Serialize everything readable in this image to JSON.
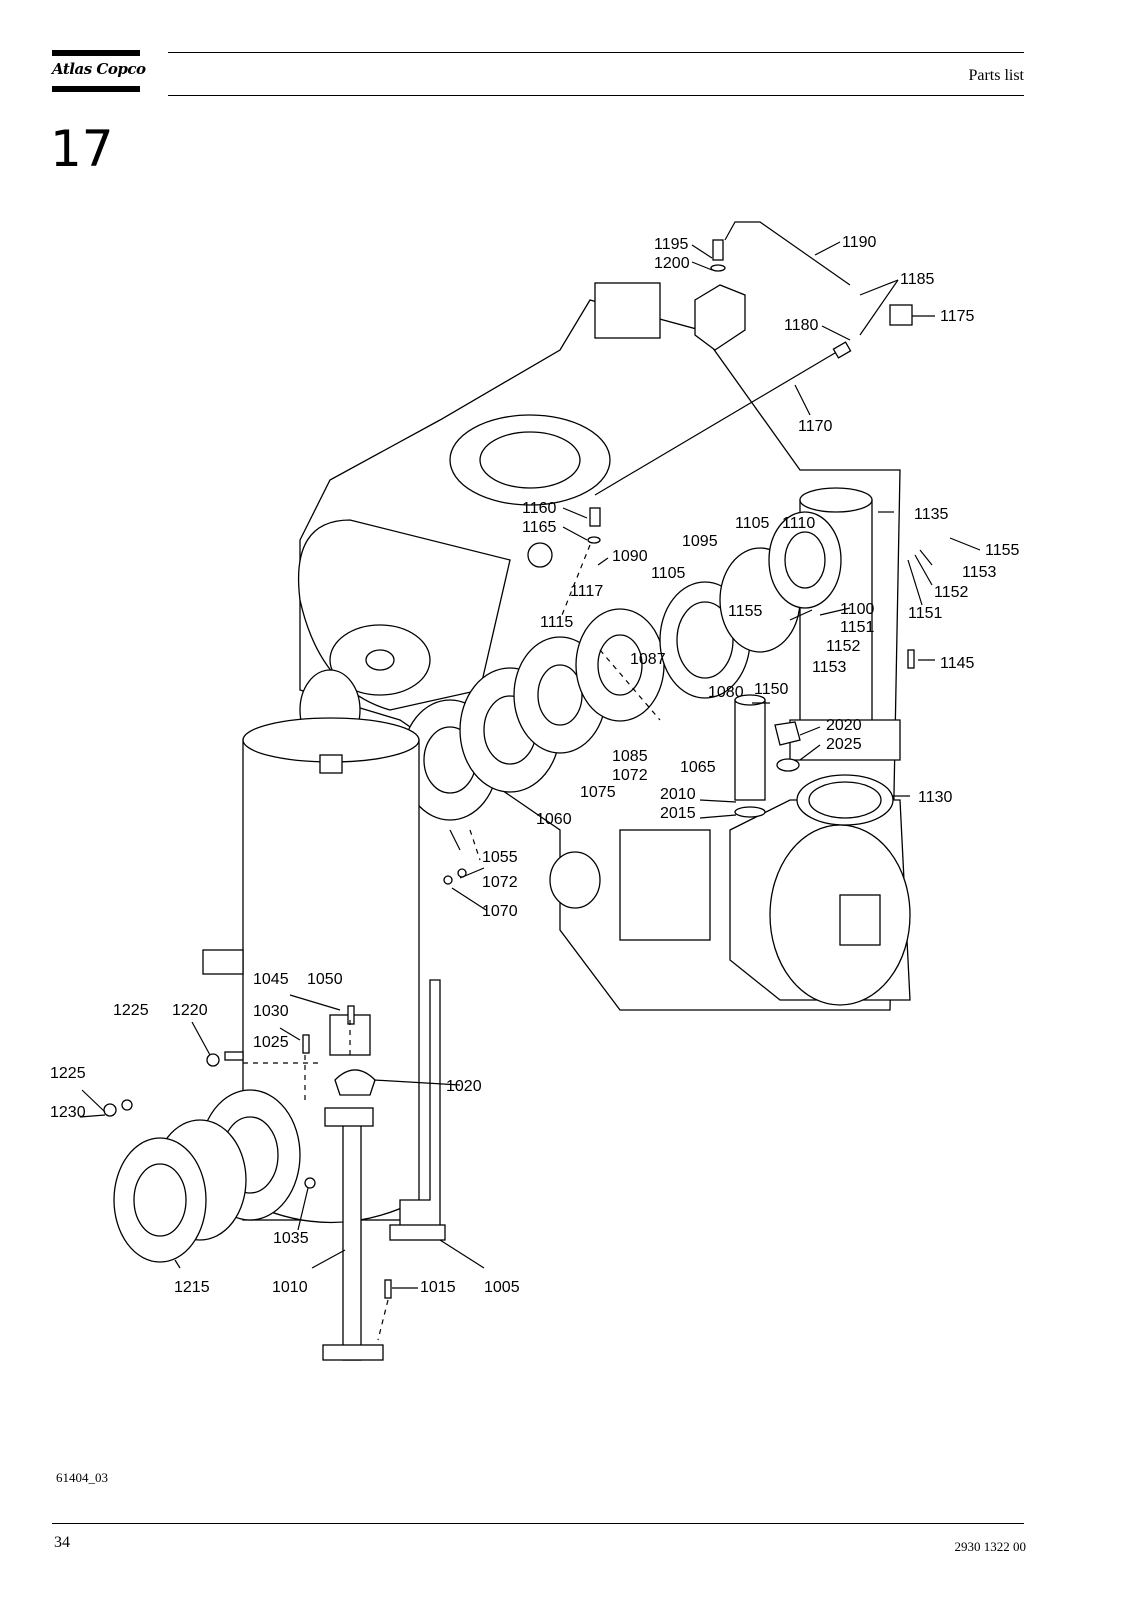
{
  "header": {
    "logo_text": "Atlas Copco",
    "section_title": "Parts list",
    "chapter_number": "17"
  },
  "drawing": {
    "callouts": [
      {
        "id": "c1195",
        "text": "1195"
      },
      {
        "id": "c1200",
        "text": "1200"
      },
      {
        "id": "c1190",
        "text": "1190"
      },
      {
        "id": "c1185",
        "text": "1185"
      },
      {
        "id": "c1175",
        "text": "1175"
      },
      {
        "id": "c1180",
        "text": "1180"
      },
      {
        "id": "c1170",
        "text": "1170"
      },
      {
        "id": "c1160",
        "text": "1160"
      },
      {
        "id": "c1165",
        "text": "1165"
      },
      {
        "id": "c1090",
        "text": "1090"
      },
      {
        "id": "c1095",
        "text": "1095"
      },
      {
        "id": "c1105a",
        "text": "1105"
      },
      {
        "id": "c1110",
        "text": "1110"
      },
      {
        "id": "c1135",
        "text": "1135"
      },
      {
        "id": "c1155a",
        "text": "1155"
      },
      {
        "id": "c1153a",
        "text": "1153"
      },
      {
        "id": "c1152a",
        "text": "1152"
      },
      {
        "id": "c1151a",
        "text": "1151"
      },
      {
        "id": "c1105b",
        "text": "1105"
      },
      {
        "id": "c1117",
        "text": "1117"
      },
      {
        "id": "c1155b",
        "text": "1155"
      },
      {
        "id": "c1100",
        "text": "1100"
      },
      {
        "id": "c1151b",
        "text": "1151"
      },
      {
        "id": "c1152b",
        "text": "1152"
      },
      {
        "id": "c1153b",
        "text": "1153"
      },
      {
        "id": "c1115",
        "text": "1115"
      },
      {
        "id": "c1087",
        "text": "1087"
      },
      {
        "id": "c1145",
        "text": "1145"
      },
      {
        "id": "c1080",
        "text": "1080"
      },
      {
        "id": "c1150",
        "text": "1150"
      },
      {
        "id": "c2020",
        "text": "2020"
      },
      {
        "id": "c2025",
        "text": "2025"
      },
      {
        "id": "c1085",
        "text": "1085"
      },
      {
        "id": "c1065",
        "text": "1065"
      },
      {
        "id": "c1072a",
        "text": "1072"
      },
      {
        "id": "c2010",
        "text": "2010"
      },
      {
        "id": "c1075",
        "text": "1075"
      },
      {
        "id": "c2015",
        "text": "2015"
      },
      {
        "id": "c1130",
        "text": "1130"
      },
      {
        "id": "c1060",
        "text": "1060"
      },
      {
        "id": "c1055",
        "text": "1055"
      },
      {
        "id": "c1072b",
        "text": "1072"
      },
      {
        "id": "c1070",
        "text": "1070"
      },
      {
        "id": "c1045",
        "text": "1045"
      },
      {
        "id": "c1050",
        "text": "1050"
      },
      {
        "id": "c1225a",
        "text": "1225"
      },
      {
        "id": "c1220",
        "text": "1220"
      },
      {
        "id": "c1030",
        "text": "1030"
      },
      {
        "id": "c1025",
        "text": "1025"
      },
      {
        "id": "c1225b",
        "text": "1225"
      },
      {
        "id": "c1020",
        "text": "1020"
      },
      {
        "id": "c1230",
        "text": "1230"
      },
      {
        "id": "c1035",
        "text": "1035"
      },
      {
        "id": "c1215",
        "text": "1215"
      },
      {
        "id": "c1010",
        "text": "1010"
      },
      {
        "id": "c1015",
        "text": "1015"
      },
      {
        "id": "c1005",
        "text": "1005"
      }
    ]
  },
  "footer": {
    "figure_id": "61404_03",
    "page_number": "34",
    "document_number": "2930 1322 00"
  }
}
